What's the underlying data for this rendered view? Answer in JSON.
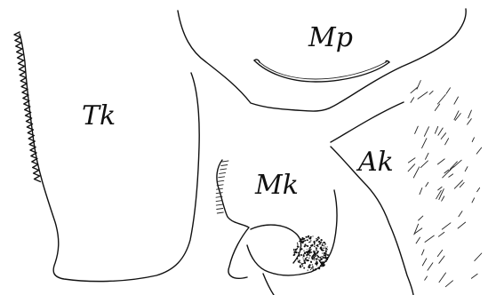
{
  "figure": {
    "labels": {
      "mp": "Mp",
      "tk": "Tk",
      "ak": "Ak",
      "mk": "Mk"
    },
    "ink_color": "#111111",
    "background": "#ffffff"
  }
}
